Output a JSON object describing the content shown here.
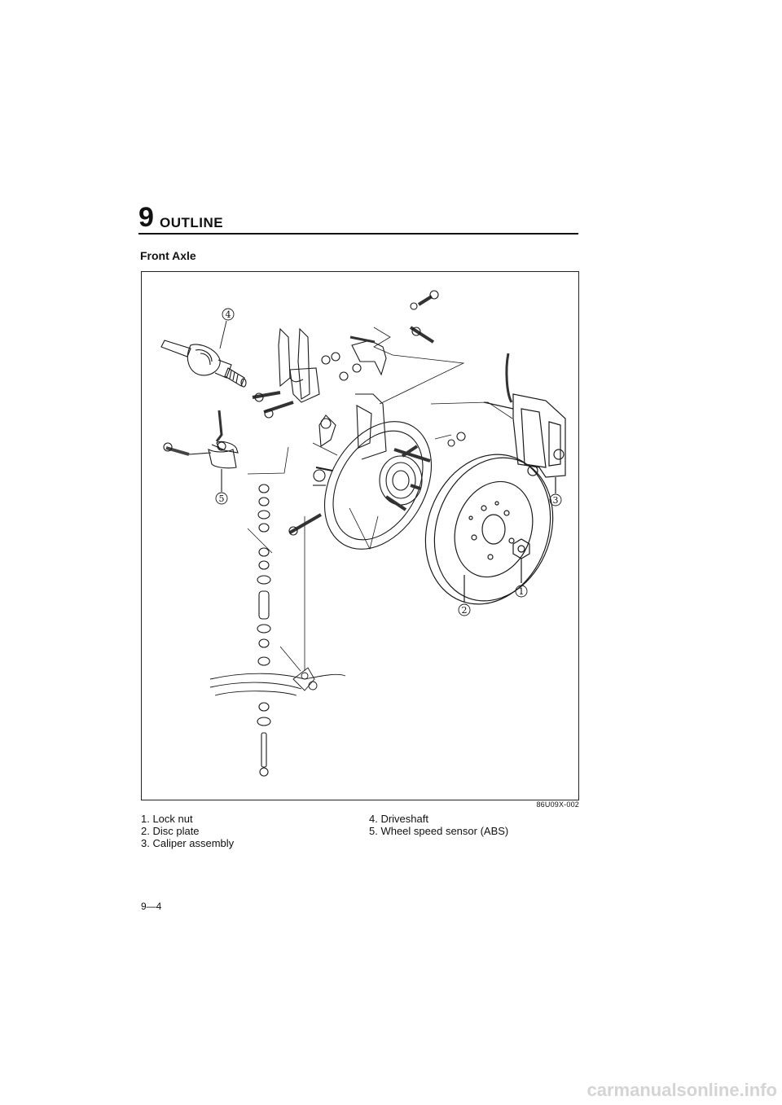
{
  "header": {
    "chapter_number": "9",
    "chapter_title": "OUTLINE"
  },
  "section": {
    "title": "Front Axle"
  },
  "figure": {
    "code": "86U09X-002",
    "callouts": [
      "1",
      "2",
      "3",
      "4",
      "5"
    ]
  },
  "legend": {
    "left": [
      "1. Lock nut",
      "2. Disc plate",
      "3. Caliper assembly"
    ],
    "right": [
      "4. Driveshaft",
      "5. Wheel speed sensor (ABS)"
    ]
  },
  "footer": {
    "page_number": "9—4"
  },
  "watermark": {
    "text": "carmanualsonline.info"
  }
}
